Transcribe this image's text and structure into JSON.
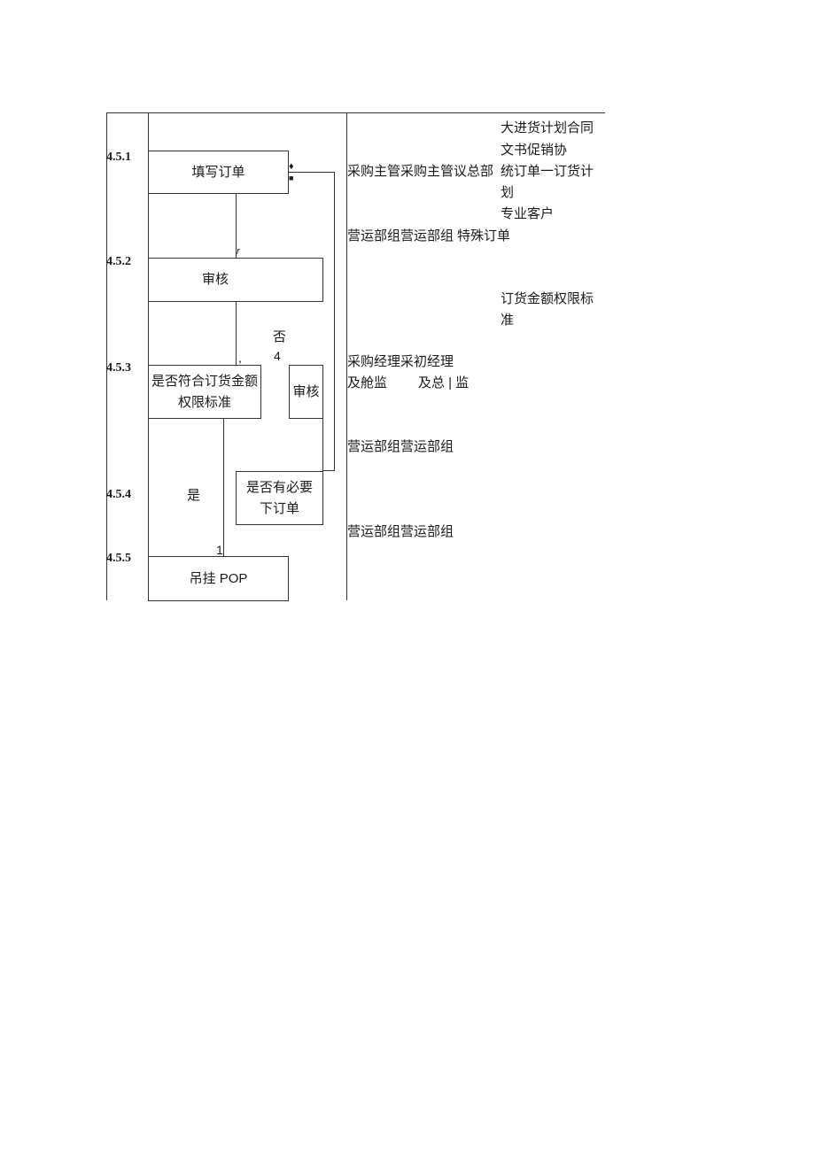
{
  "steps": [
    "4.5.1",
    "4.5.2",
    "4.5.3",
    "4.5.4",
    "4.5.5"
  ],
  "boxes": {
    "fill_order": "填写订单",
    "review": "审核",
    "meets_standard_line1": "是否符合订货金额",
    "meets_standard_line2": "权限标准",
    "review2": "审核",
    "necessary_line1": "是否有必要",
    "necessary_line2": "下订单",
    "hang_pop": "吊挂 POP"
  },
  "flow_labels": {
    "no": "否",
    "four": "4",
    "yes": "是",
    "one": "1",
    "tick_r": "r",
    "tick_comma": ",",
    "diamond": "♦",
    "square": "■"
  },
  "responsibility": {
    "r1": "采购主管采购主管议总部",
    "r1b": "营运部组营运部组",
    "r3a": "采购经理采初经理",
    "r3b_left": "及舱监",
    "r3b_right": "及总 | 监",
    "r4": "营运部组营运部组",
    "r5": "营运部组营运部组"
  },
  "documents": {
    "d1": "大进货计划合同",
    "d2": "文书促销协",
    "d3": "统订单一订货计",
    "d4": "划",
    "d5": "专业客户",
    "d6": "特殊订单",
    "d7": "订货金额权限标",
    "d8": "准"
  }
}
